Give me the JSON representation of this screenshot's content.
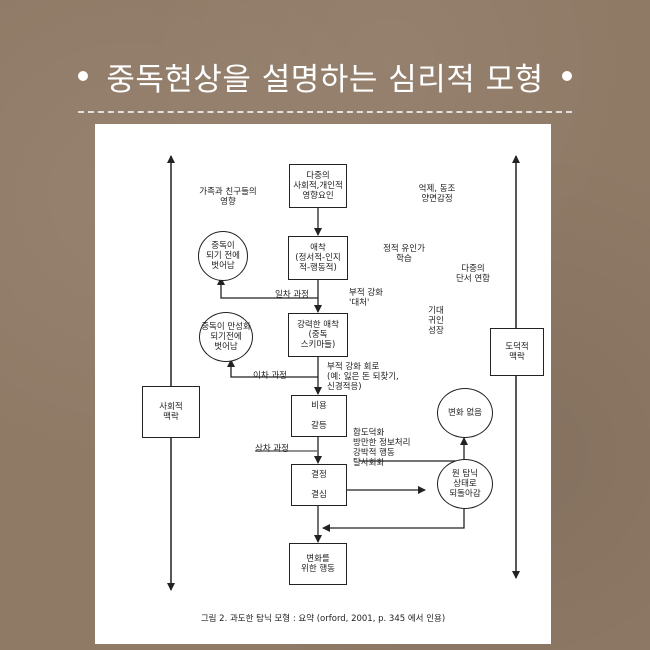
{
  "header": {
    "title": "중독현상을 설명하는 심리적 모형"
  },
  "diagram": {
    "nodes": {
      "multiple_factors": "다중의\n사회적,개인적\n영향요인",
      "appetite": "애착\n(정서적-인지\n적-행동적)",
      "strong_appetite": "강력한 애착\n(중독\n스키마들)",
      "cost": "비용\n\n갈등",
      "decision": "결정\n\n결심",
      "behavior_change": "변화를\n위한 행동",
      "social_context": "사회적\n맥락",
      "moral_context": "도덕적\n맥락",
      "no_change": "변화 없음",
      "relapse": "원 탐닉\n상태로\n되돌아감",
      "escape1": "중독이\n되기 전에\n벗어남",
      "escape2": "중독이 만성화\n되기전에\n벗어남"
    },
    "labels": {
      "family_friends": "가족과 친구들의\n영향",
      "restraint": "억제, 동조\n양면감정",
      "positive_learning": "정적 유인가\n학습",
      "multiple_cues": "다중의\n단서 연합",
      "neg_reinforce": "부적 강화\n'대처'",
      "expect": "기대\n귀인\n성장",
      "first_process": "일차 과정",
      "second_process": "이차 과정",
      "neg_loop": "부적 강화 회로\n(예: 잃은 돈 되찾기,\n신경적응)",
      "third_process": "삼차 과정",
      "conflict_list": "합도덕화\n방만한 정보처리\n강박적 행동\n탈사회화"
    },
    "caption": "그림 2. 과도한 탐닉 모형 : 요약 (orford, 2001, p. 345 에서 인용)"
  }
}
